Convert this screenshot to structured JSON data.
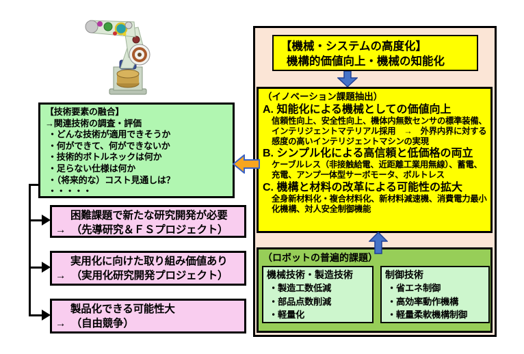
{
  "colors": {
    "outer_bg": "#FBE5D6",
    "highlight_yellow": "#FFFF00",
    "fusion_green": "#B1F6B1",
    "universal_green": "#97CE58",
    "inner_green": "#CDF6CD",
    "outcome_pink": "#F9CDEF",
    "blue_arrow": "#4573C8",
    "orange_arrow": "#F7A520"
  },
  "advancement": {
    "title_line1": "【機械・システムの高度化】",
    "title_line2": "機構的価値向上・機械の知能化"
  },
  "innovation": {
    "header": "（イノベーション課題抽出）",
    "items": [
      {
        "heading": "A. 知能化による機械としての価値向上",
        "body": "信頼性向上、安全性向上、機体内無数センサの標準装備、インテリジェントマテリアル採用　→　外界内界に対する感度の高いインテリジェントマシンの実現"
      },
      {
        "heading": "B. シンプル化による高信頼と低価格の両立",
        "body": "ケーブルレス（非接触給電、近距離工業用無線）、蓄電、充電、アンプ一体型サーボモータ、ボルトレス"
      },
      {
        "heading": "C. 機構と材料の改革による可能性の拡大",
        "body": "全身新材料化・複合材料化、新材料減速機、消費電力最小化機構、対人安全制御機能"
      }
    ]
  },
  "universal": {
    "header": "（ロボットの普遍的課題）",
    "machine_tech": {
      "title": "機械技術・製造技術",
      "items": [
        "・製造工数低減",
        "・部品点数削減",
        "・軽量化"
      ]
    },
    "control_tech": {
      "title": "制御技術",
      "items": [
        "・省エネ制御",
        "・高効率動作機構",
        "・軽量柔軟機構制御"
      ]
    }
  },
  "fusion": {
    "title": "【技術要素の融合】",
    "subtitle": "→関連技術の調査・評価",
    "items": [
      "・どんな技術が適用できそうか",
      "・何ができて、何ができないか",
      "・技術的ボトルネックは何か",
      "・足らない仕様は何か",
      "・（将来的な）コスト見通しは？",
      "・・・・・"
    ]
  },
  "outcomes": [
    {
      "line1": "困難課題で新たな研究開発が必要",
      "line2": "→　（先導研究＆ＦＳプロジェクト）"
    },
    {
      "line1": "実用化に向けた取り組み価値あり",
      "line2": "→　（実用化研究開発プロジェクト）"
    },
    {
      "line1": "製品化できる可能性大",
      "line2": "→　（自由競争）"
    }
  ]
}
